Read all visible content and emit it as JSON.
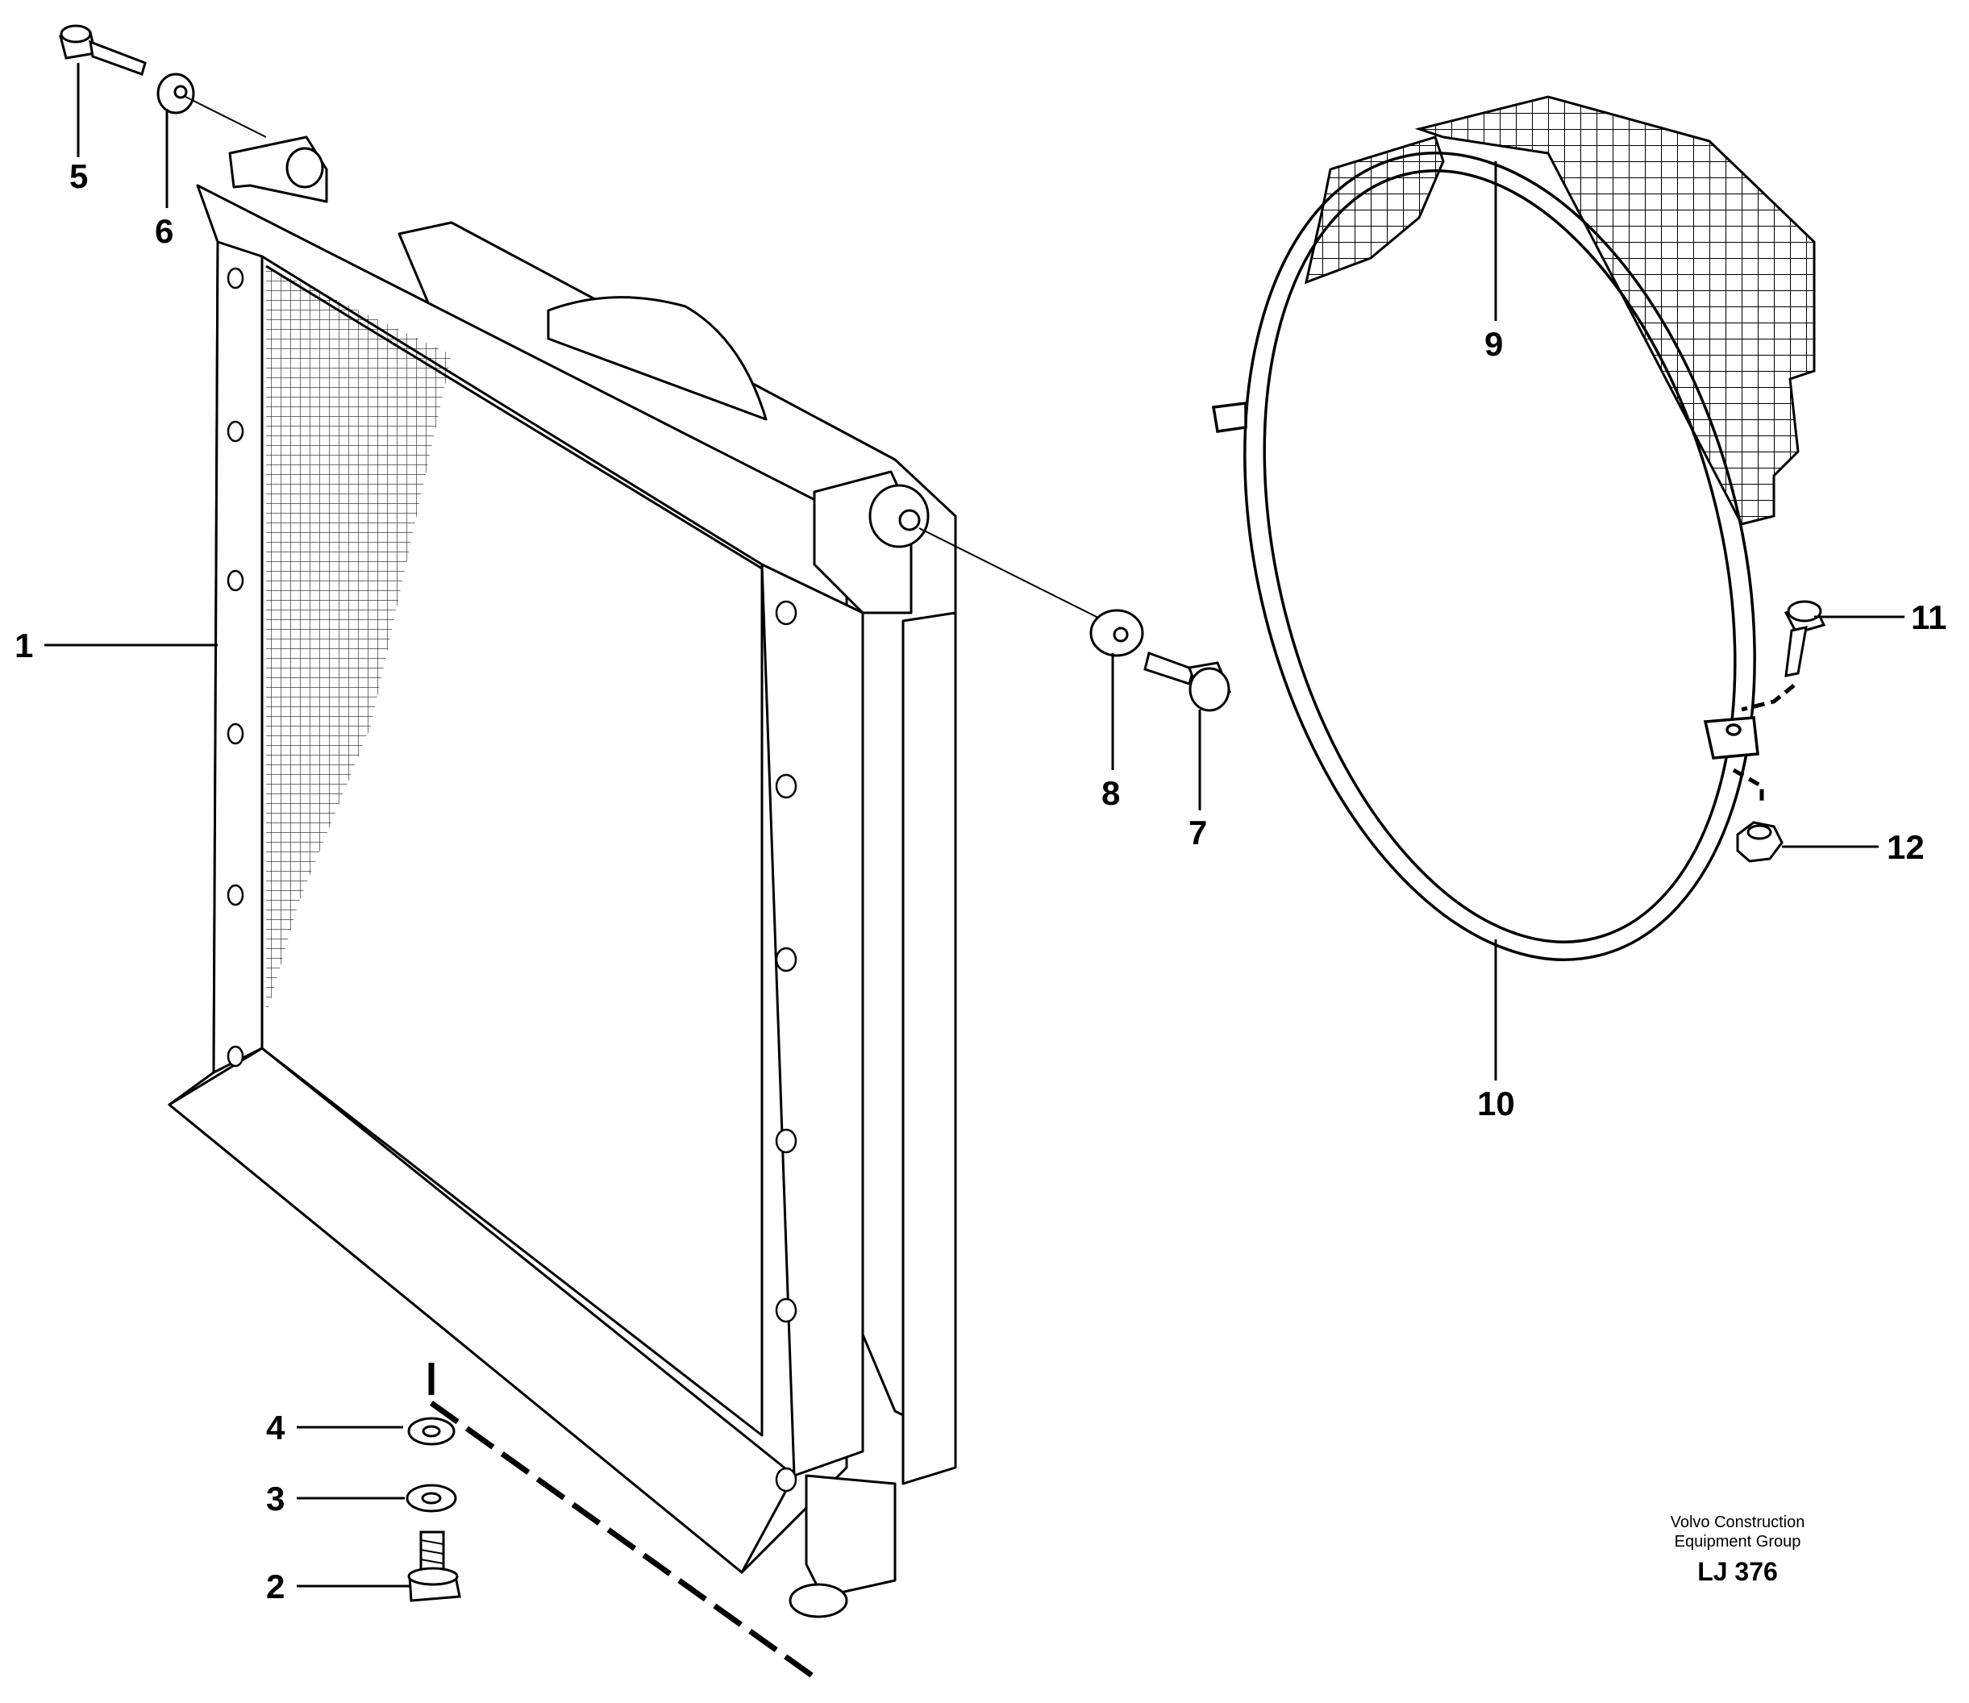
{
  "diagram": {
    "callouts": [
      {
        "id": "1",
        "text": "1",
        "part": "radiator-assembly"
      },
      {
        "id": "2",
        "text": "2",
        "part": "hex-bolt-bottom"
      },
      {
        "id": "3",
        "text": "3",
        "part": "flat-washer-bottom"
      },
      {
        "id": "4",
        "text": "4",
        "part": "spring-lock-washer"
      },
      {
        "id": "5",
        "text": "5",
        "part": "bolt-top"
      },
      {
        "id": "6",
        "text": "6",
        "part": "washer-top"
      },
      {
        "id": "7",
        "text": "7",
        "part": "bolt-right"
      },
      {
        "id": "8",
        "text": "8",
        "part": "rubber-bushing-right"
      },
      {
        "id": "9",
        "text": "9",
        "part": "fan-guard-mesh"
      },
      {
        "id": "10",
        "text": "10",
        "part": "fan-shroud-ring"
      },
      {
        "id": "11",
        "text": "11",
        "part": "shroud-bolt"
      },
      {
        "id": "12",
        "text": "12",
        "part": "shroud-nut"
      }
    ],
    "footer": {
      "company_line1": "Volvo Construction",
      "company_line2": "Equipment Group",
      "reference": "LJ 376"
    }
  }
}
